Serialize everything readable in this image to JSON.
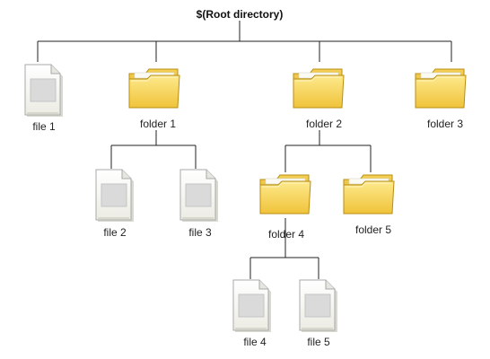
{
  "root": {
    "label": "$(Root directory)"
  },
  "nodes": {
    "file1": {
      "label": "file 1",
      "kind": "file"
    },
    "folder1": {
      "label": "folder 1",
      "kind": "folder"
    },
    "folder2": {
      "label": "folder 2",
      "kind": "folder"
    },
    "folder3": {
      "label": "folder 3",
      "kind": "folder"
    },
    "file2": {
      "label": "file 2",
      "kind": "file"
    },
    "file3": {
      "label": "file 3",
      "kind": "file"
    },
    "folder4": {
      "label": "folder 4",
      "kind": "folder"
    },
    "folder5": {
      "label": "folder 5",
      "kind": "folder"
    },
    "file4": {
      "label": "file 4",
      "kind": "file"
    },
    "file5": {
      "label": "file 5",
      "kind": "file"
    }
  },
  "icons": {
    "folder": "folder-icon",
    "file": "file-icon"
  },
  "colors": {
    "folder_body": "#f7d45a",
    "folder_tab": "#ecc23b",
    "folder_outline": "#b88d12",
    "file_page": "#f5f5ee",
    "file_outline": "#a8a8a8",
    "file_thumb": "#dadada",
    "connector": "#222222"
  }
}
